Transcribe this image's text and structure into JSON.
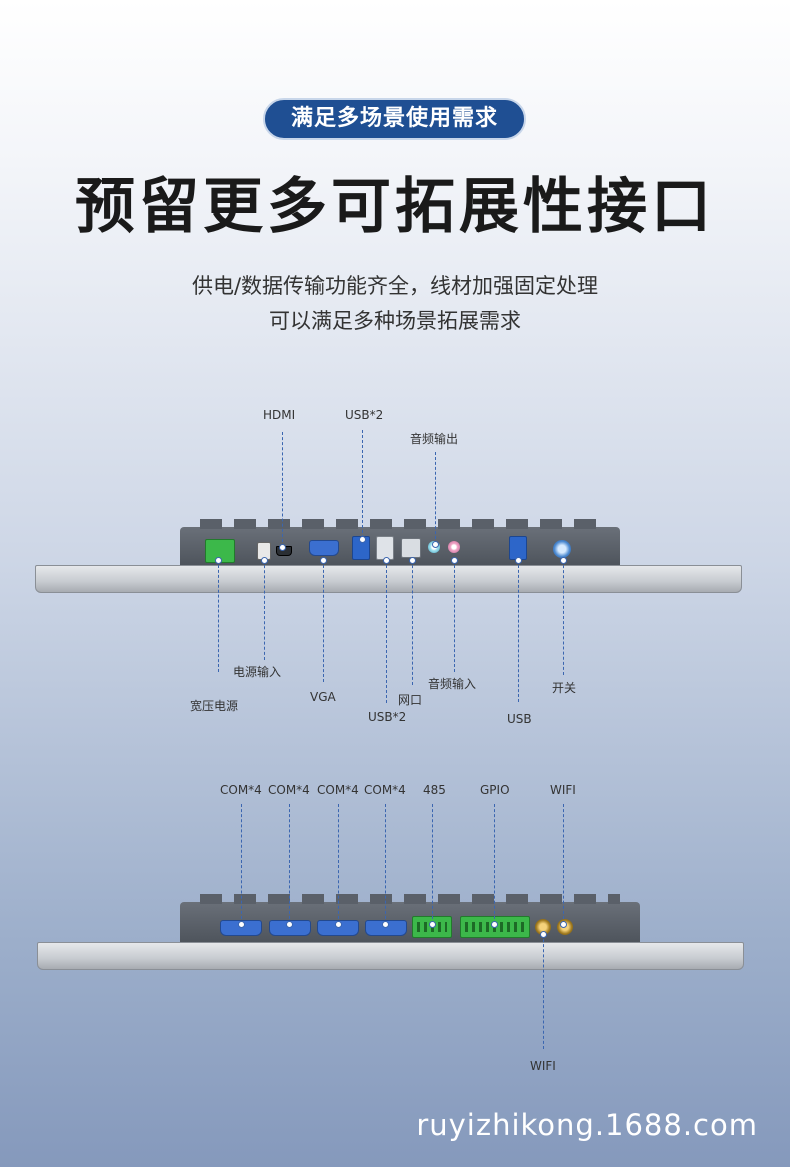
{
  "header": {
    "badge": "满足多场景使用需求",
    "title": "预留更多可拓展性接口",
    "subtitle_line1": "供电/数据传输功能齐全，线材加强固定处理",
    "subtitle_line2": "可以满足多种场景拓展需求"
  },
  "panel1": {
    "top_labels": {
      "hdmi": "HDMI",
      "usb2_top": "USB*2",
      "audio_out": "音频输出"
    },
    "bottom_labels": {
      "wide_power": "宽压电源",
      "power_in": "电源输入",
      "vga": "VGA",
      "usb2_bottom": "USB*2",
      "lan": "网口",
      "audio_in": "音频输入",
      "usb": "USB",
      "switch": "开关"
    }
  },
  "panel2": {
    "top_labels": {
      "com1": "COM*4",
      "com2": "COM*4",
      "com3": "COM*4",
      "com4": "COM*4",
      "rs485": "485",
      "gpio": "GPIO",
      "wifi_top": "WIFI"
    },
    "bottom_labels": {
      "wifi_bottom": "WIFI"
    }
  },
  "watermark": "ruyizhikong.1688.com",
  "colors": {
    "badge": "#1f4f93",
    "leader_line": "#3b66b0",
    "connector_green": "#3cb84a",
    "vga_blue": "#3b6fd0"
  }
}
